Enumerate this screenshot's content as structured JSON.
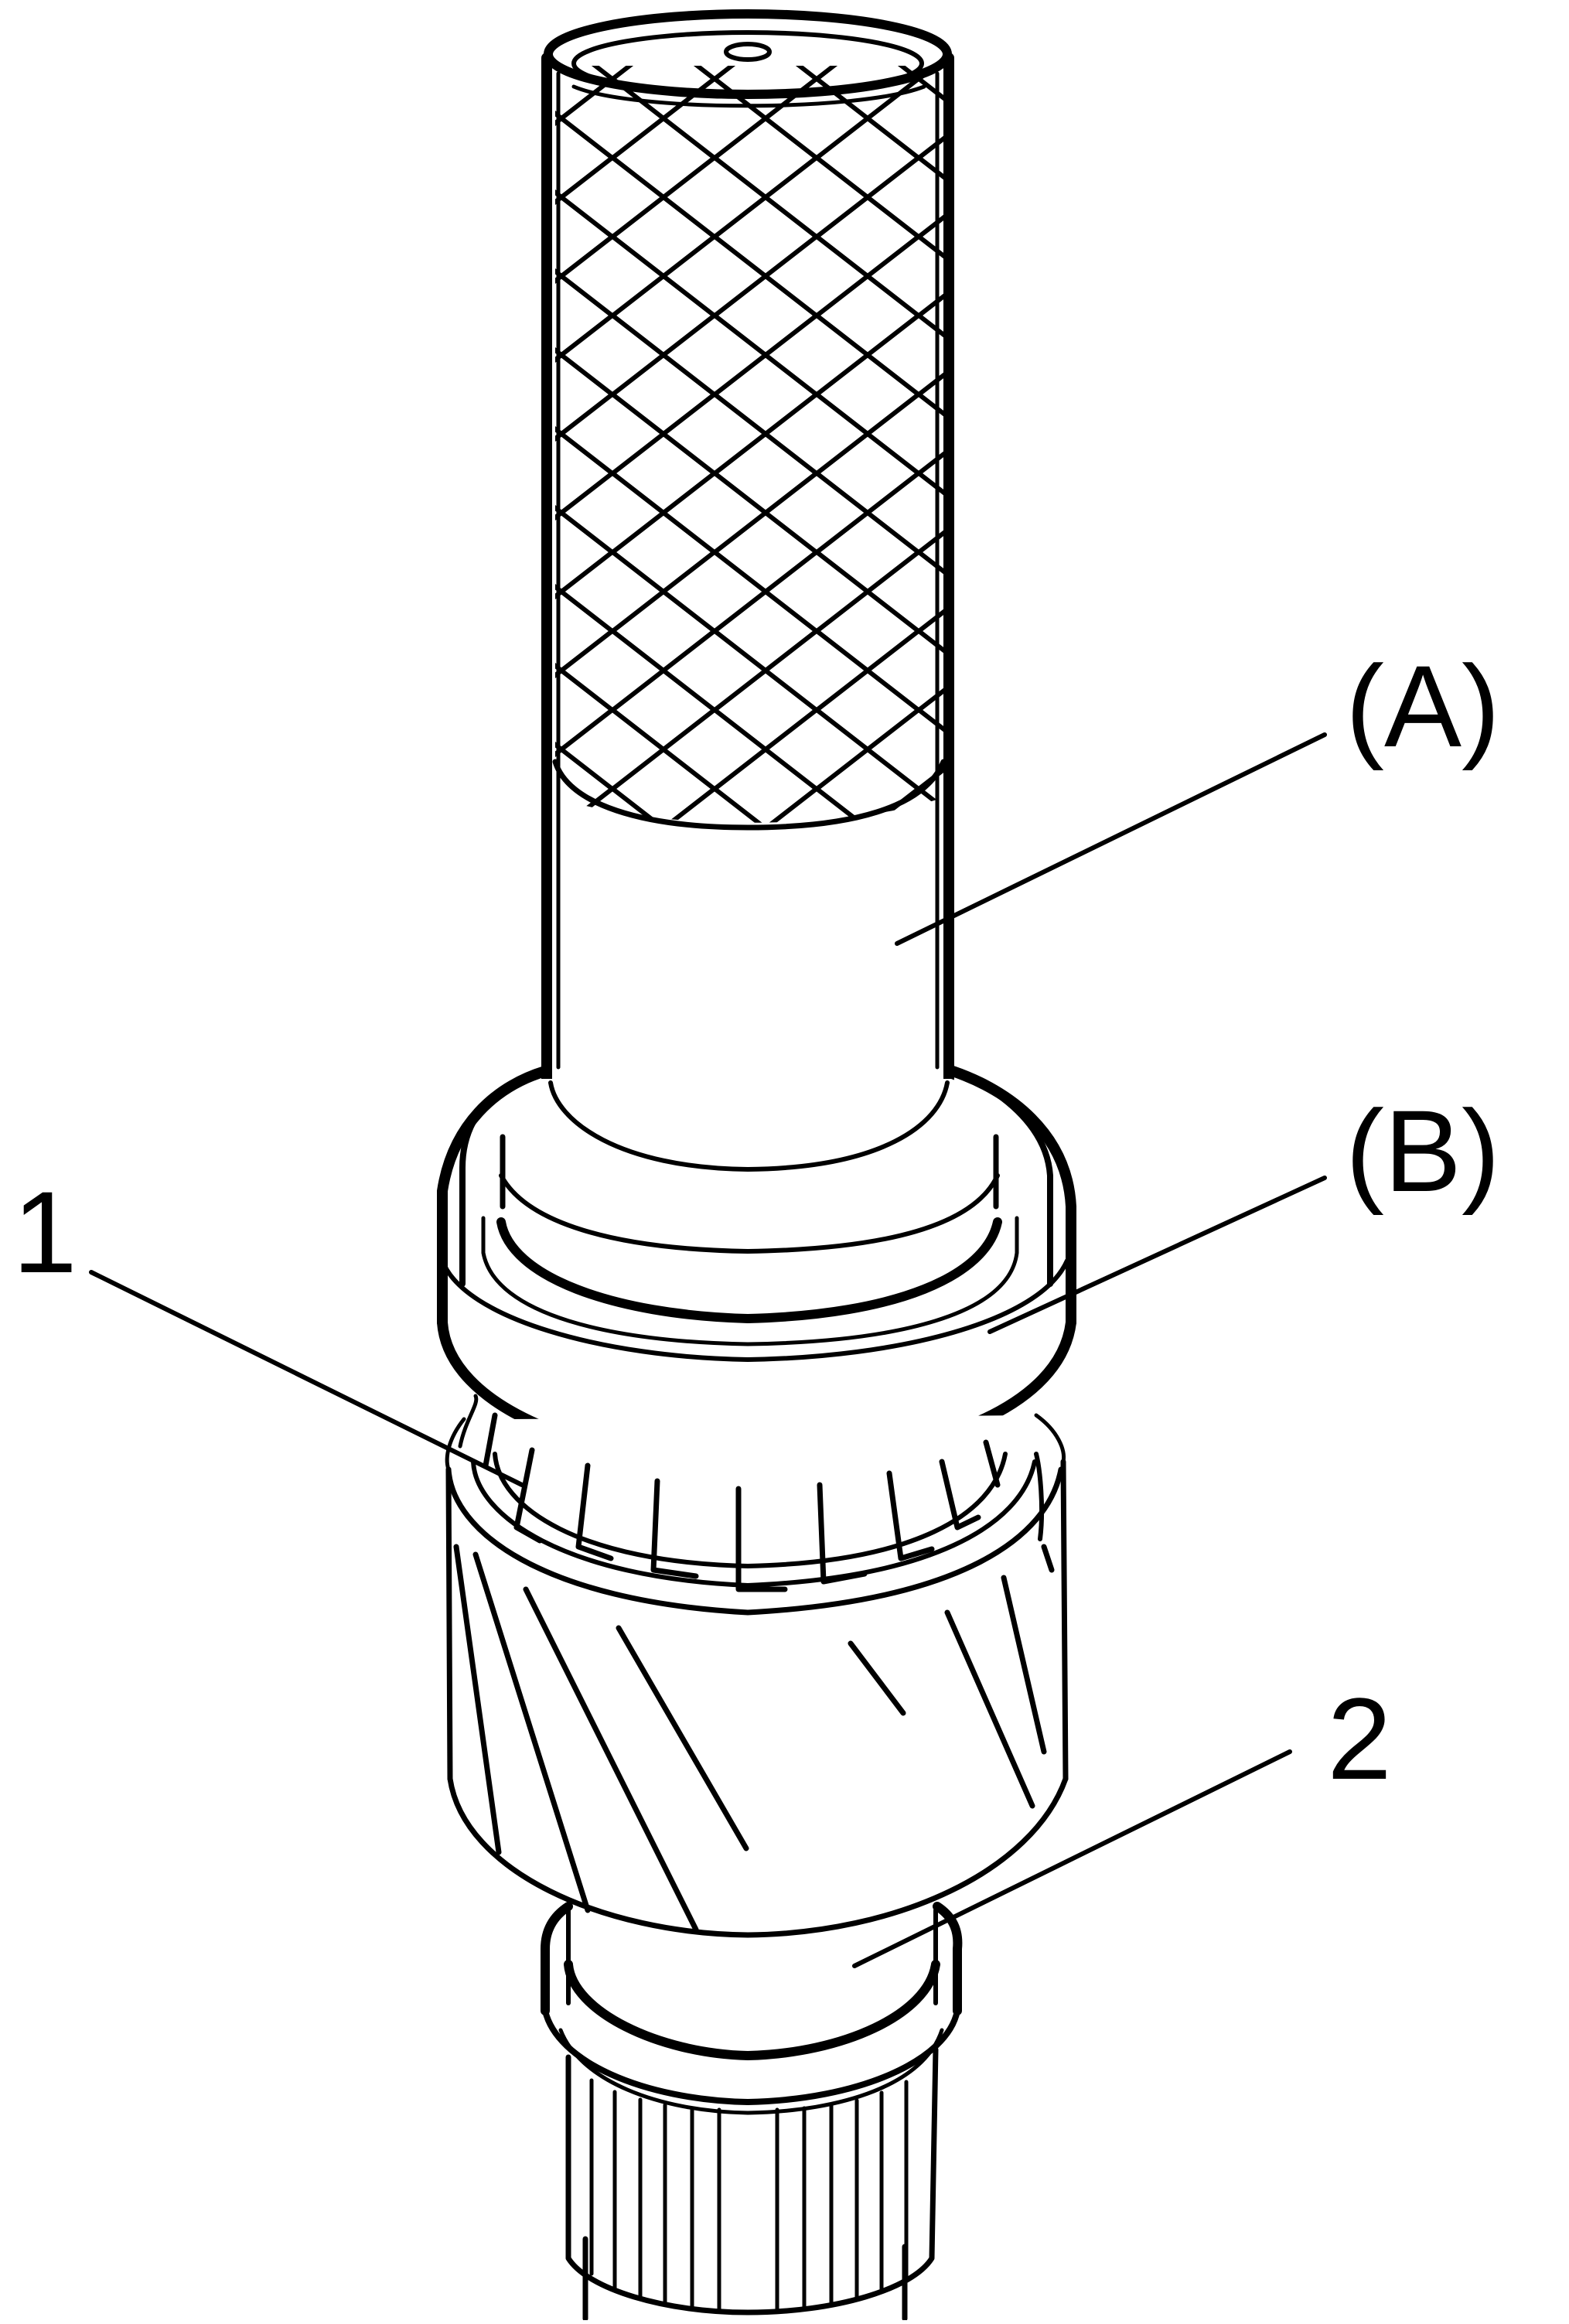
{
  "labels": {
    "a": "(A)",
    "b": "(B)",
    "one": "1",
    "two": "2"
  },
  "colors": {
    "ink": "#000000",
    "paper": "#ffffff"
  }
}
